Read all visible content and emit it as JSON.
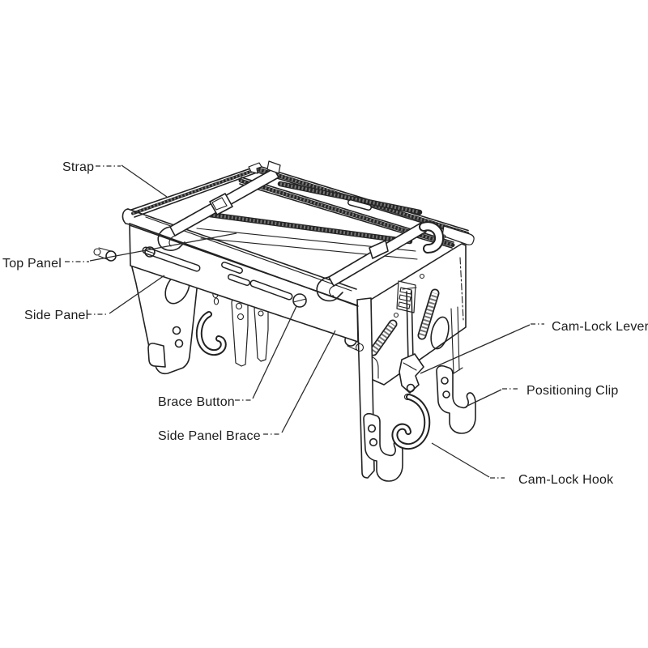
{
  "canvas": {
    "background": "#ffffff",
    "ink": "#222222",
    "hatch_dark": "#4a4a4a",
    "type": "technical line illustration",
    "subject": "folding table / stand assembly with straps and cam-lock hardware"
  },
  "labels": [
    {
      "id": "strap",
      "text": "Strap"
    },
    {
      "id": "top-panel",
      "text": "Top Panel"
    },
    {
      "id": "side-panel",
      "text": "Side Panel"
    },
    {
      "id": "brace-button",
      "text": "Brace Button"
    },
    {
      "id": "side-panel-brace",
      "text": "Side Panel Brace"
    },
    {
      "id": "cam-lock-lever",
      "text": "Cam-Lock Lever"
    },
    {
      "id": "positioning-clip",
      "text": "Positioning Clip"
    },
    {
      "id": "cam-lock-hook",
      "text": "Cam-Lock Hook"
    }
  ]
}
